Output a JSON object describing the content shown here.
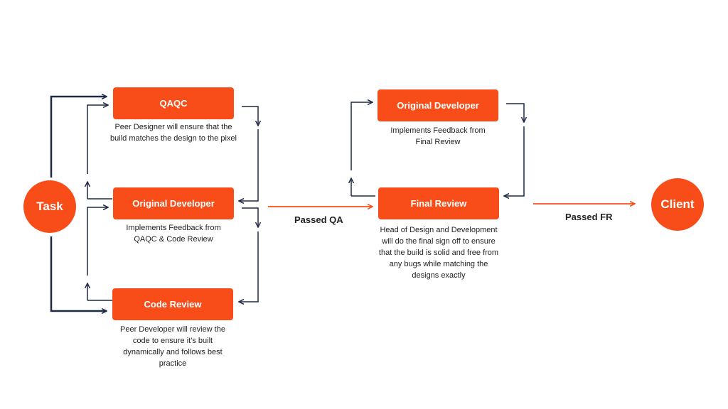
{
  "colors": {
    "accent": "#f84d18",
    "line": "#1f2a44",
    "text": "#222222"
  },
  "nodes": {
    "task": "Task",
    "client": "Client",
    "qaqc": {
      "title": "QAQC",
      "description": "Peer Designer will ensure that the build matches the design to the pixel"
    },
    "original_developer_1": {
      "title": "Original Developer",
      "description": "Implements Feedback from QAQC & Code Review"
    },
    "code_review": {
      "title": "Code Review",
      "description": "Peer Developer will review the code to ensure it's built dynamically and follows best practice"
    },
    "original_developer_2": {
      "title": "Original Developer",
      "description": "Implements Feedback from Final Review"
    },
    "final_review": {
      "title": "Final Review",
      "description": "Head of Design and Development will do the final sign off to ensure that the build is solid and free from any bugs while matching the designs exactly"
    }
  },
  "edges": {
    "passed_qa": "Passed QA",
    "passed_fr": "Passed FR"
  }
}
